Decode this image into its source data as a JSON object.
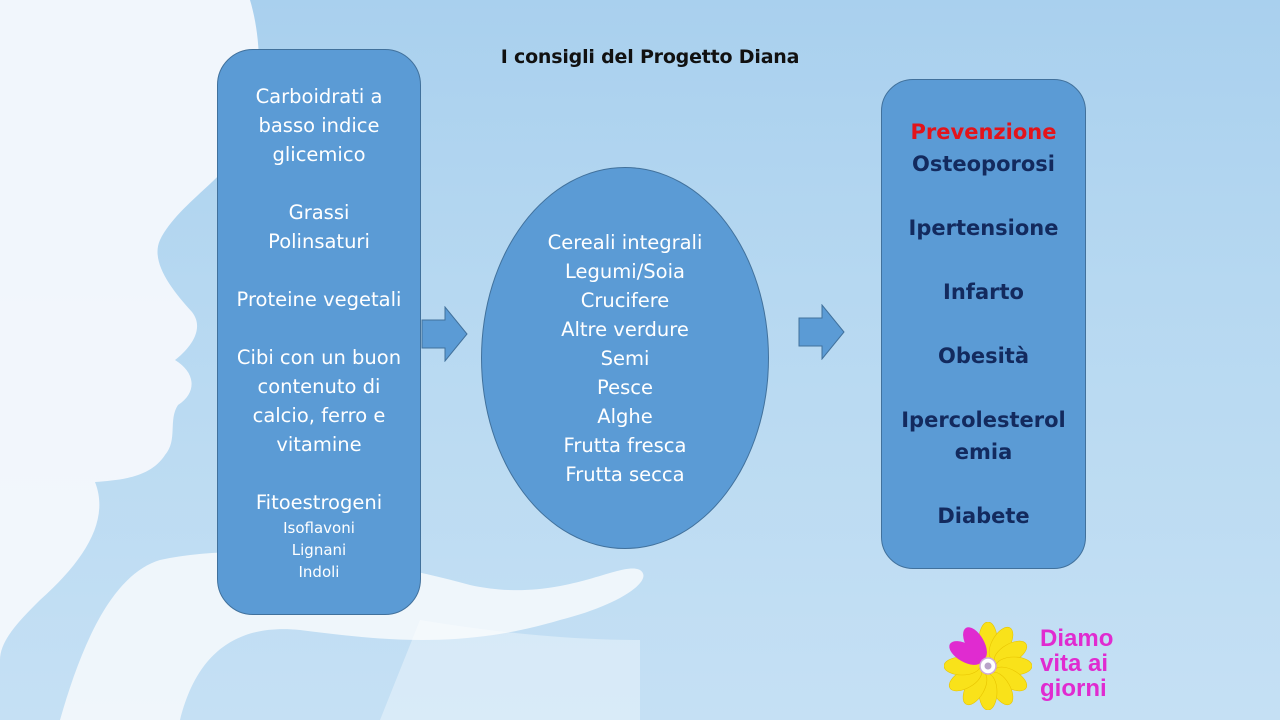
{
  "title": "I consigli del Progetto Diana",
  "left_box": {
    "items": [
      "Carboidrati a",
      "basso indice",
      "glicemico",
      "",
      "Grassi",
      "Polinsaturi",
      "",
      "Proteine vegetali",
      "",
      "Cibi con un buon",
      "contenuto di",
      "calcio, ferro  e",
      "vitamine",
      "",
      "Fitoestrogeni"
    ],
    "sub_items": [
      "Isoflavoni",
      "Lignani",
      "Indoli"
    ]
  },
  "center_ellipse": {
    "items": [
      "Cereali integrali",
      "Legumi/Soia",
      "Crucifere",
      "Altre verdure",
      "Semi",
      "Pesce",
      "Alghe",
      "Frutta fresca",
      "Frutta secca"
    ]
  },
  "right_box": {
    "heading": "Prevenzione",
    "items": [
      "Osteoporosi",
      "",
      "Ipertensione",
      "",
      "Infarto",
      "",
      "Obesità",
      "",
      "Ipercolesterol",
      "emia",
      "",
      "Diabete"
    ]
  },
  "logo": {
    "lines": [
      "Diamo",
      "vita ai",
      "giorni"
    ]
  },
  "colors": {
    "shape_fill": "#5b9bd5",
    "shape_border": "#41719c",
    "heading_red": "#e3141b",
    "right_text": "#132a5e",
    "logo_magenta": "#e02bd0",
    "logo_yellow": "#f9e21a"
  }
}
